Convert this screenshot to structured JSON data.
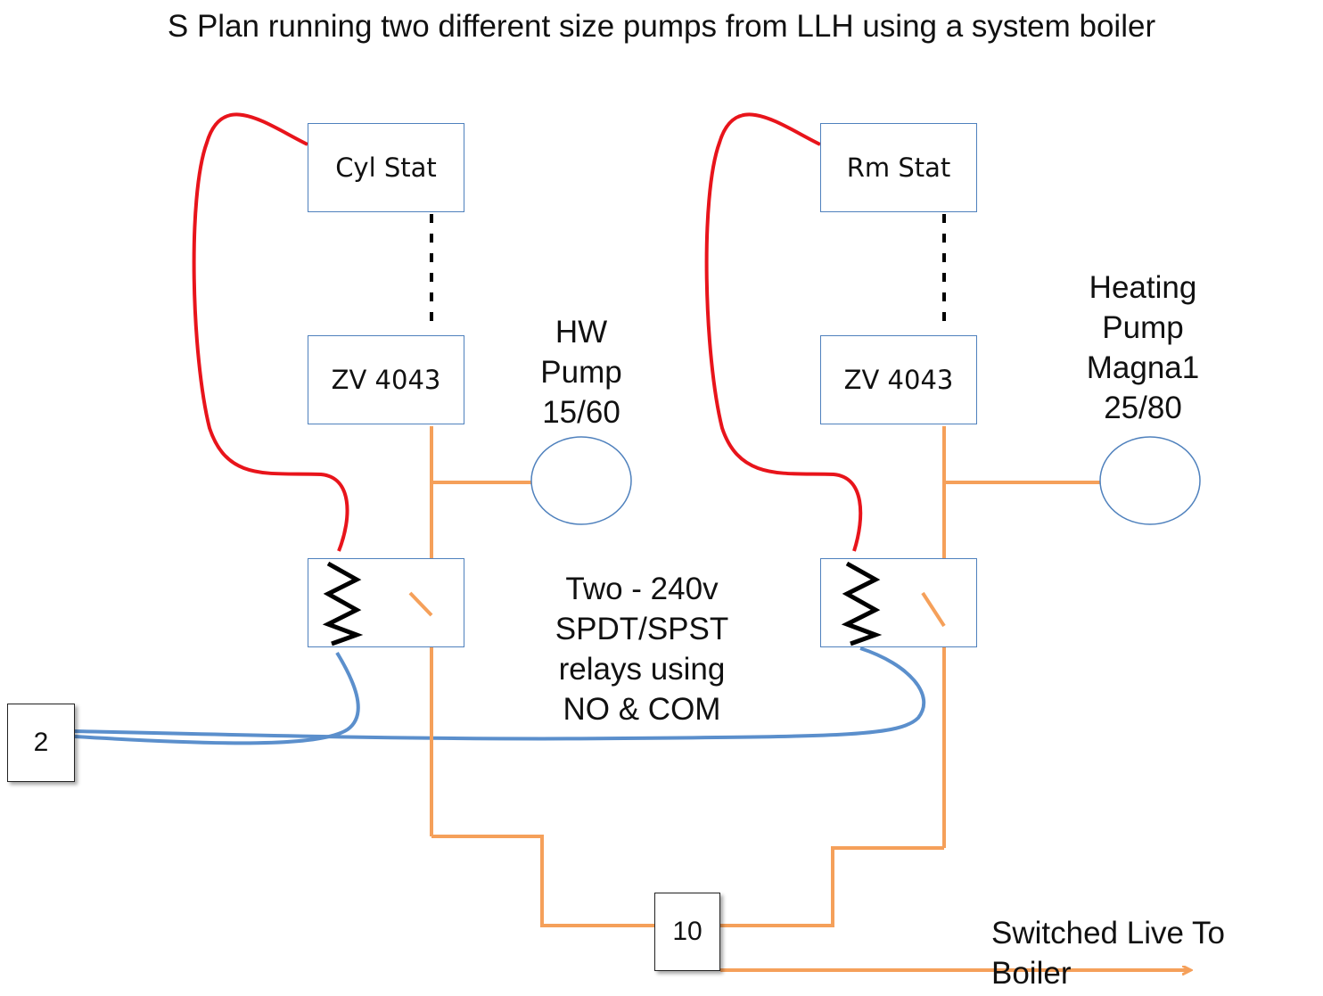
{
  "title": "S Plan running two different size pumps from LLH using a system boiler",
  "boxes": {
    "cyl_stat": "Cyl Stat",
    "rm_stat": "Rm Stat",
    "zv_left": "ZV 4043",
    "zv_right": "ZV 4043"
  },
  "pumps": {
    "hw": {
      "line1": "HW",
      "line2": "Pump",
      "line3": "15/60"
    },
    "heating": {
      "line1": "Heating",
      "line2": "Pump",
      "line3": "Magna1",
      "line4": "25/80"
    }
  },
  "relay_note": {
    "line1": "Two - 240v",
    "line2": "SPDT/SPST",
    "line3": "relays using",
    "line4": "NO & COM"
  },
  "terminals": {
    "neutral": "2",
    "switched": "10"
  },
  "output": {
    "line1": "Switched Live To",
    "line2": "Boiler"
  },
  "colors": {
    "stat_wire": "#e8141b",
    "neutral_wire": "#5b8fcc",
    "live_wire": "#f5a05a",
    "box_border": "#4f81bd",
    "coil": "#000000",
    "link": "#000000"
  },
  "icons": {
    "relay_coil": "coil-zigzag-icon",
    "relay_contact": "switch-contact-icon",
    "pump": "pump-circle-icon"
  }
}
